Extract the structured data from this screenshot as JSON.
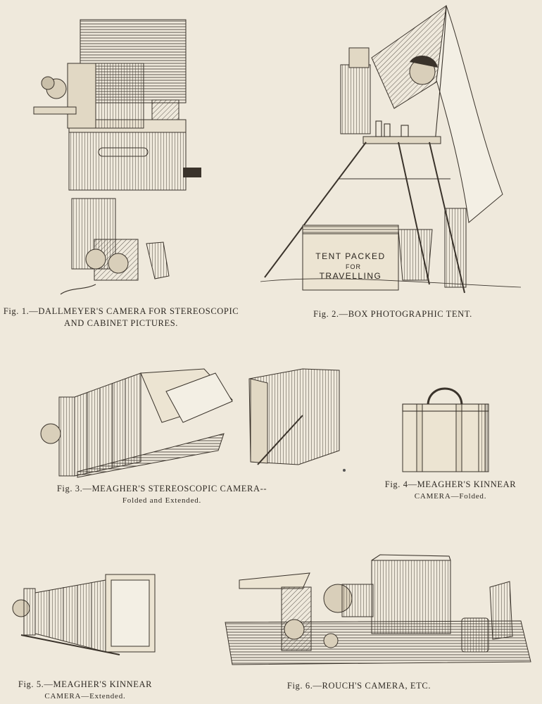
{
  "plate": {
    "paper_color": "#efe9dc",
    "ink_color": "#3a332b"
  },
  "figures": [
    {
      "id": "fig1",
      "caption_line1": "Fig. 1.—DALLMEYER'S CAMERA FOR STEREOSCOPIC",
      "caption_line2": "AND CABINET PICTURES."
    },
    {
      "id": "fig2",
      "caption_line1": "Fig. 2.—BOX PHOTOGRAPHIC TENT.",
      "box_text": [
        "TENT PACKED",
        "FOR",
        "TRAVELLING"
      ]
    },
    {
      "id": "fig3",
      "caption_line1": "Fig. 3.—MEAGHER'S STEREOSCOPIC CAMERA--",
      "caption_line2": "Folded and Extended."
    },
    {
      "id": "fig4",
      "caption_line1": "Fig. 4—MEAGHER'S KINNEAR",
      "caption_line2": "CAMERA—Folded."
    },
    {
      "id": "fig5",
      "caption_line1": "Fig. 5.—MEAGHER'S KINNEAR",
      "caption_line2": "CAMERA—Extended."
    },
    {
      "id": "fig6",
      "caption_line1": "Fig. 6.—ROUCH'S CAMERA, ETC."
    }
  ]
}
